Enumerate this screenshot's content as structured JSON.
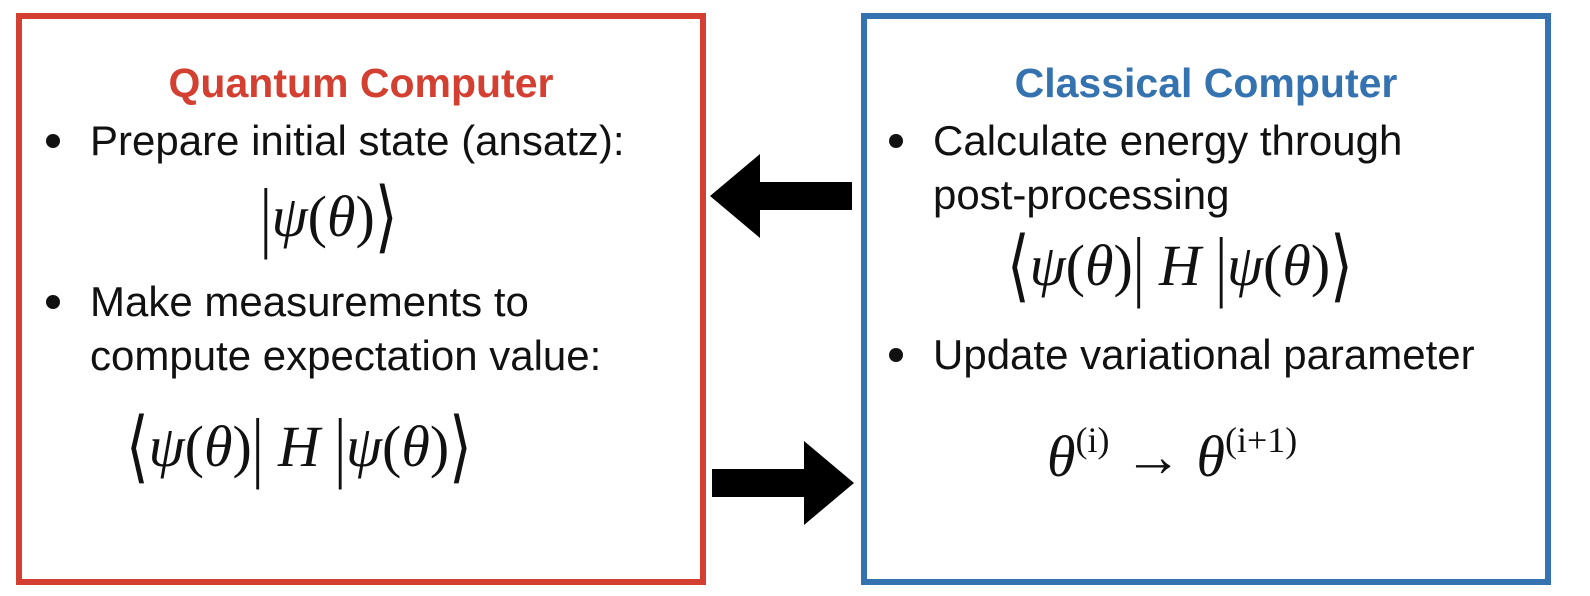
{
  "quantum": {
    "title": "Quantum Computer",
    "bullet1": "Prepare initial state (ansatz):",
    "bullet2_line1": "Make measurements to",
    "bullet2_line2": "compute expectation value:",
    "color": "#d33f30"
  },
  "classical": {
    "title": "Classical Computer",
    "bullet1_line1": "Calculate energy through",
    "bullet1_line2": "post-processing",
    "bullet2": "Update variational parameter",
    "color": "#3572b0"
  },
  "math": {
    "psi": "ψ",
    "theta": "θ",
    "H": "H",
    "theta_i_sup": "(i)",
    "theta_next_sup": "(i+1)",
    "arrow": "→"
  },
  "icons": [
    "arrow-left-icon",
    "arrow-right-icon",
    "bullet-icon"
  ]
}
